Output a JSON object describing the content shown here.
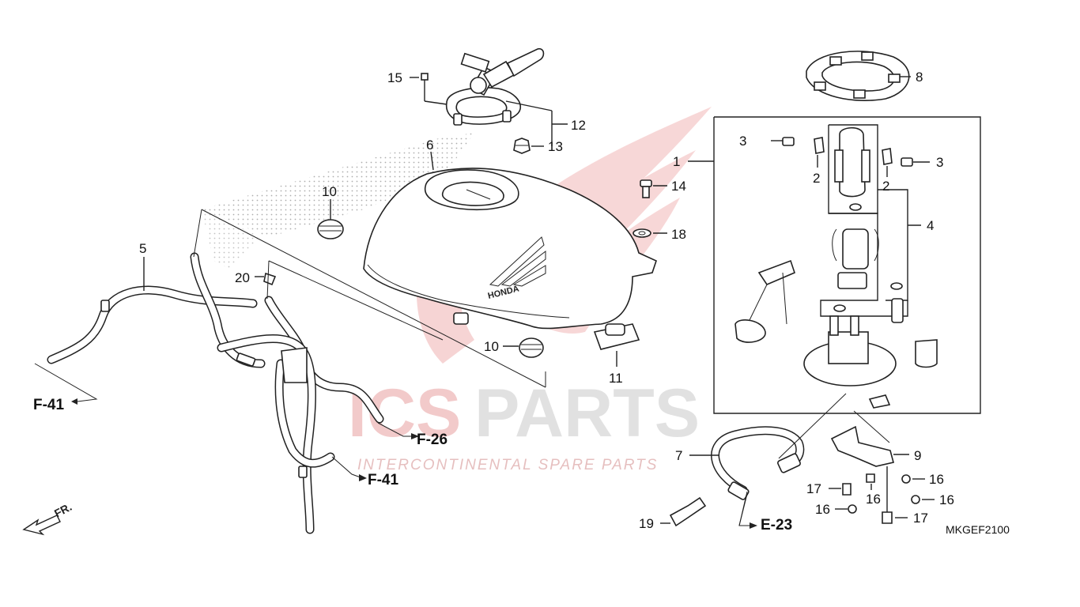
{
  "diagram": {
    "code": "MKGEF2100",
    "front_marker": "FR.",
    "watermark": {
      "brand": "ICSPARTS",
      "tagline": "INTERCONTINENTAL SPARE PARTS"
    },
    "tank_emblem": "HONDA",
    "callouts": {
      "c1": "1",
      "c2a": "2",
      "c2b": "2",
      "c3a": "3",
      "c3b": "3",
      "c4": "4",
      "c5": "5",
      "c6": "6",
      "c7": "7",
      "c8": "8",
      "c9": "9",
      "c10a": "10",
      "c10b": "10",
      "c11": "11",
      "c12": "12",
      "c13": "13",
      "c14": "14",
      "c15": "15",
      "c16a": "16",
      "c16b": "16",
      "c16c": "16",
      "c16d": "16",
      "c17a": "17",
      "c17b": "17",
      "c18": "18",
      "c19": "19",
      "c20": "20"
    },
    "references": {
      "f41a": "F-41",
      "f41b": "F-41",
      "f26": "F-26",
      "e23": "E-23"
    },
    "colors": {
      "line": "#222222",
      "watermark_red": "#e8a0a0",
      "watermark_gray": "#d8d8d8"
    }
  }
}
